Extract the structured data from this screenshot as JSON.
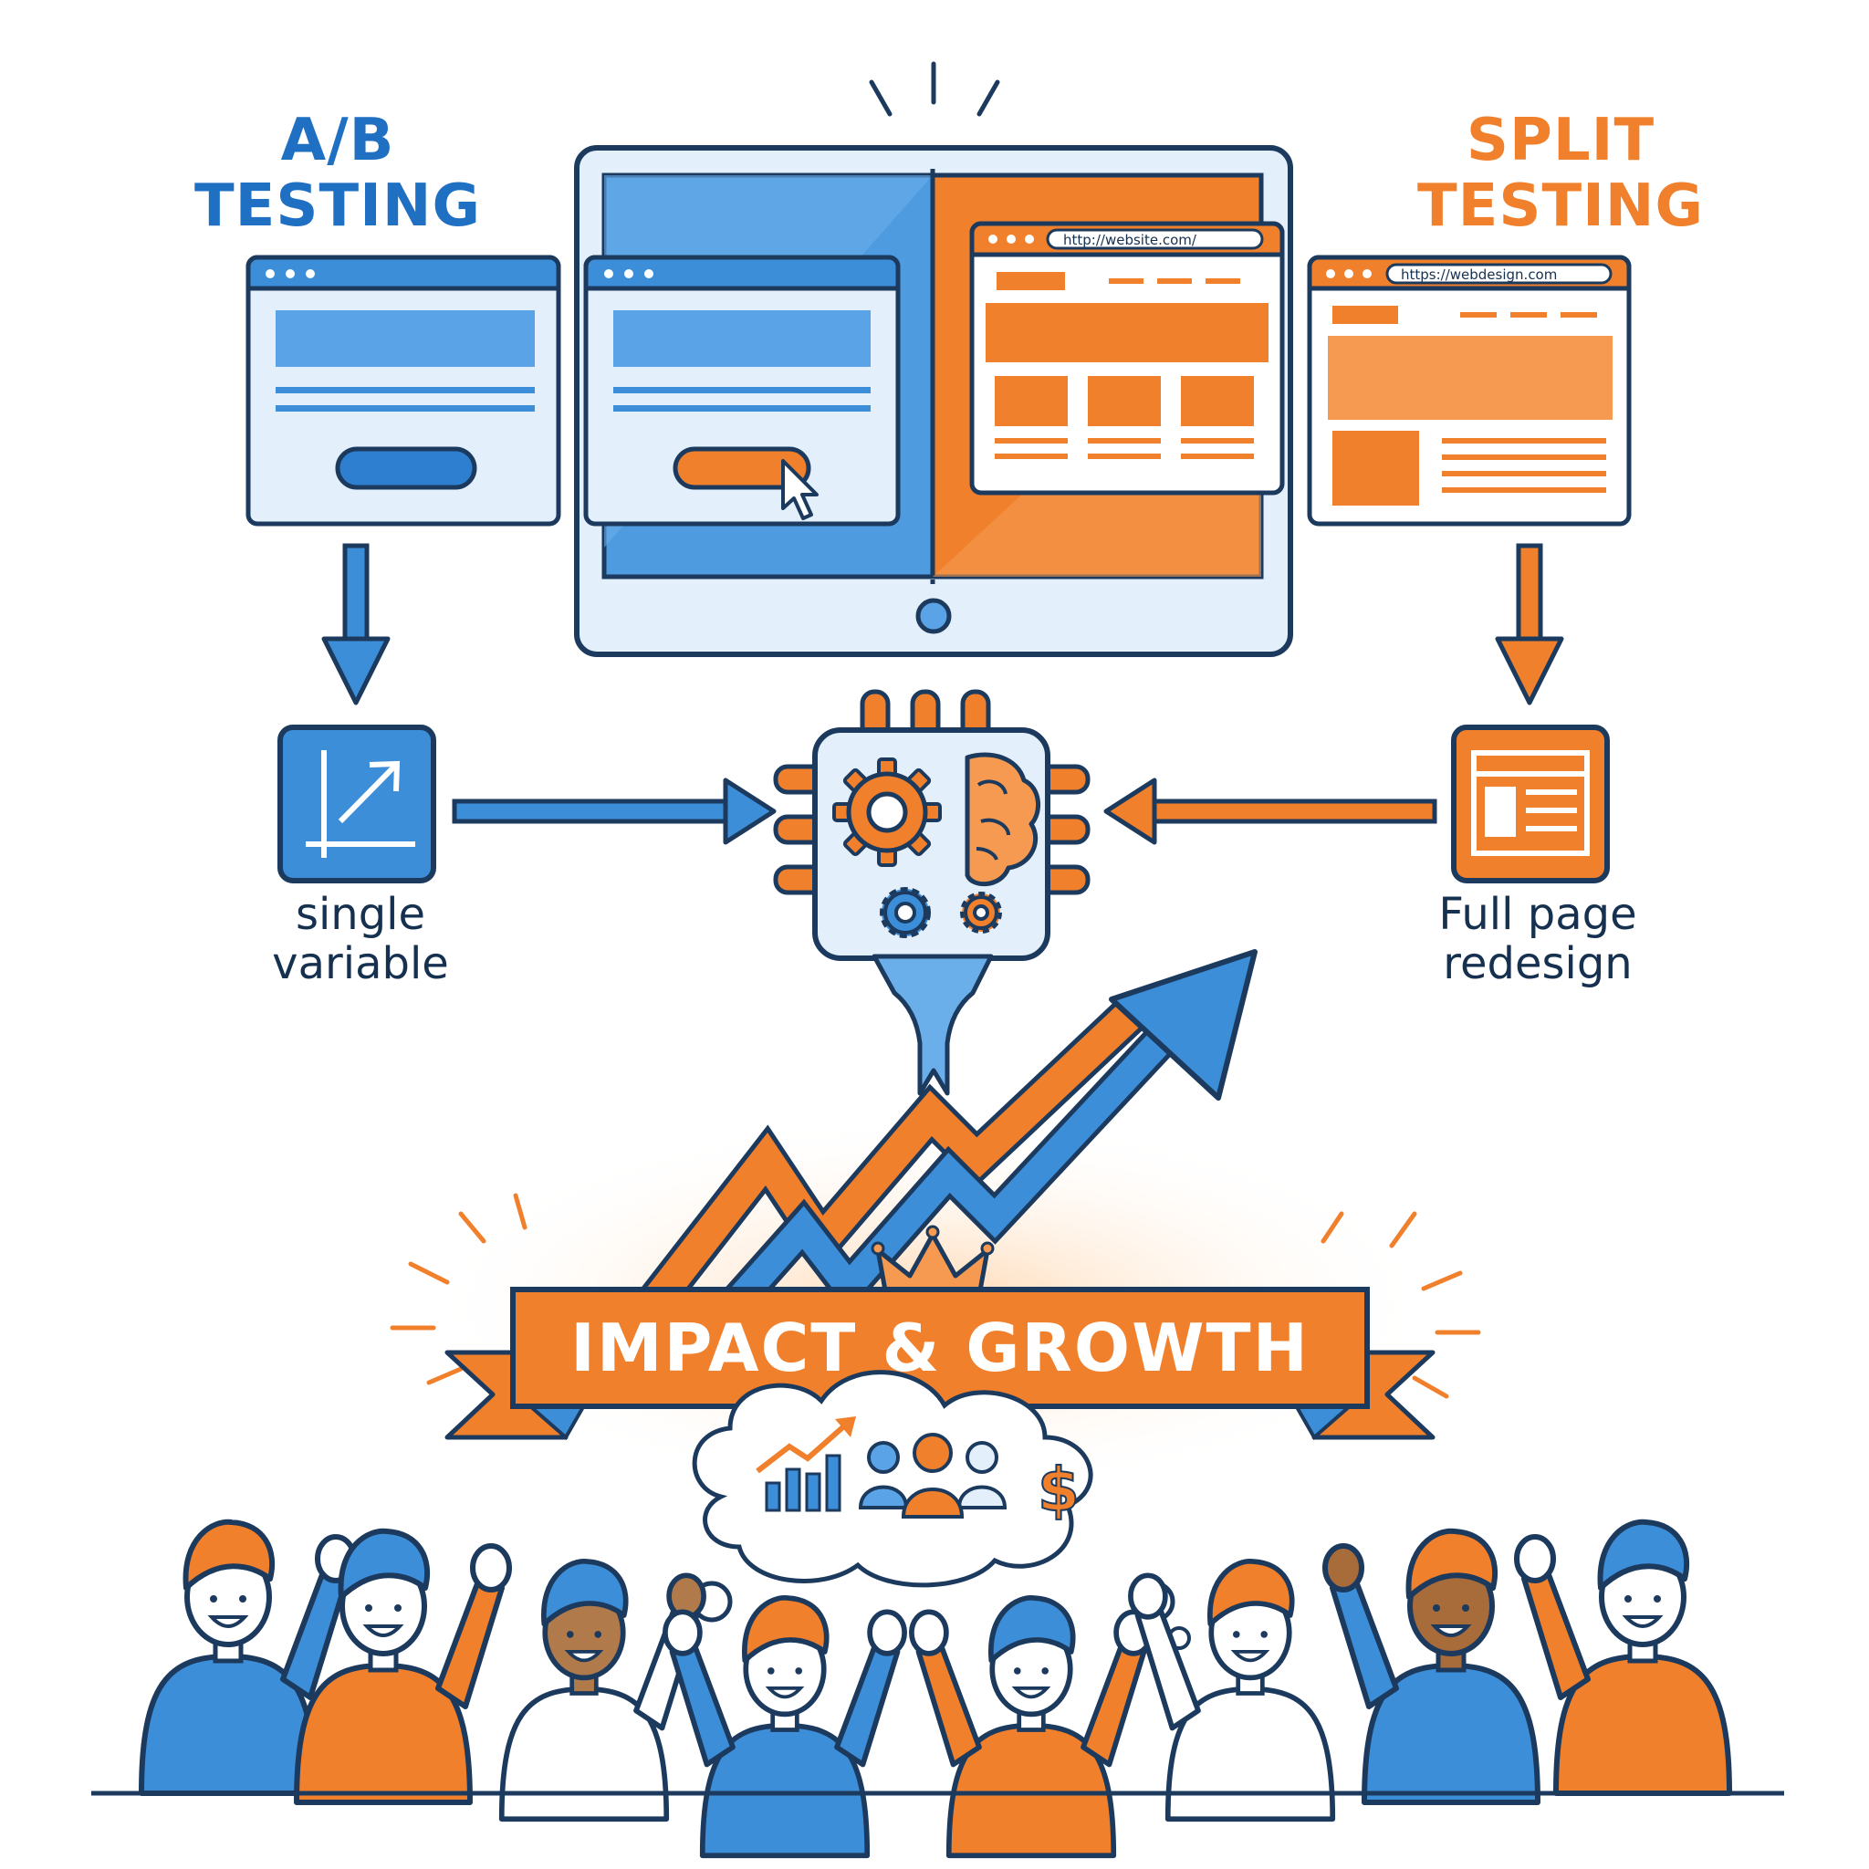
{
  "titles": {
    "ab": [
      "A/B",
      "TESTING"
    ],
    "split": [
      "SPLIT",
      "TESTING"
    ]
  },
  "urls": {
    "center_browser": "http://website.com/",
    "right_browser": "https://webdesign.com"
  },
  "captions": {
    "left": [
      "single",
      "variable"
    ],
    "right": [
      "Full page",
      "redesign"
    ]
  },
  "banner": {
    "text": "IMPACT & GROWTH"
  },
  "icons": {
    "left_box": "growth-chart-icon",
    "right_box": "webpage-layout-icon",
    "center": "gear-brain-chip-icon",
    "funnel": "funnel-icon",
    "crown": "crown-icon",
    "cloud_items": [
      "bar-chart-icon",
      "users-group-icon",
      "dollar-icon"
    ]
  },
  "colors": {
    "blue": "#3d8ed8",
    "dark_blue": "#1f6fc2",
    "orange": "#f0802c",
    "outline": "#1c3a5e",
    "light_blue": "#e3effb"
  }
}
